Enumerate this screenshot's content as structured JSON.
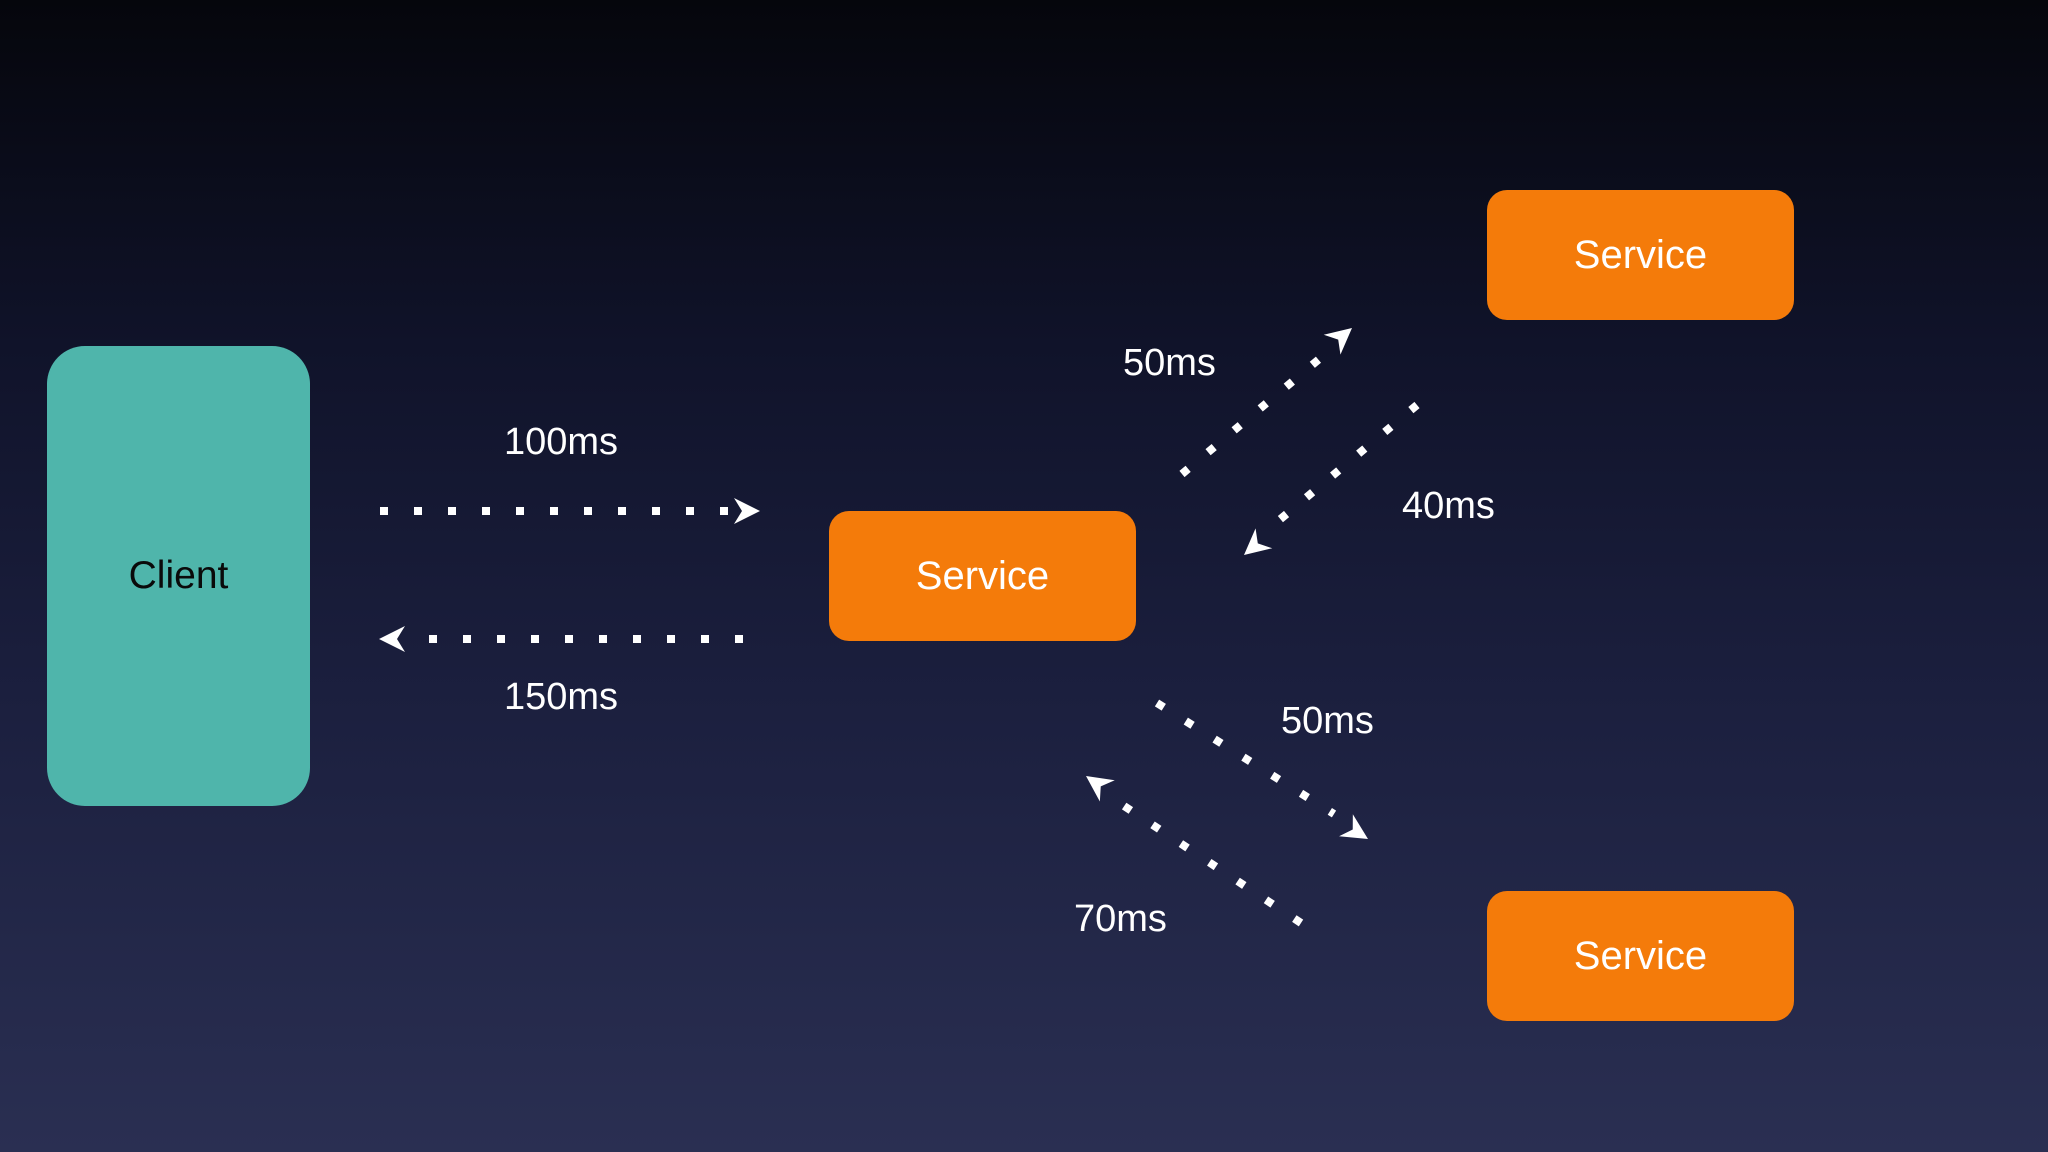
{
  "nodes": {
    "client": "Client",
    "service_center": "Service",
    "service_top": "Service",
    "service_bottom": "Service"
  },
  "latencies": {
    "client_to_service": "100ms",
    "service_to_client": "150ms",
    "service_to_top": "50ms",
    "top_to_service": "40ms",
    "service_to_bottom": "50ms",
    "bottom_to_service": "70ms"
  },
  "colors": {
    "client": "#4fb5ab",
    "service": "#f47b0a",
    "arrow": "#ffffff"
  }
}
